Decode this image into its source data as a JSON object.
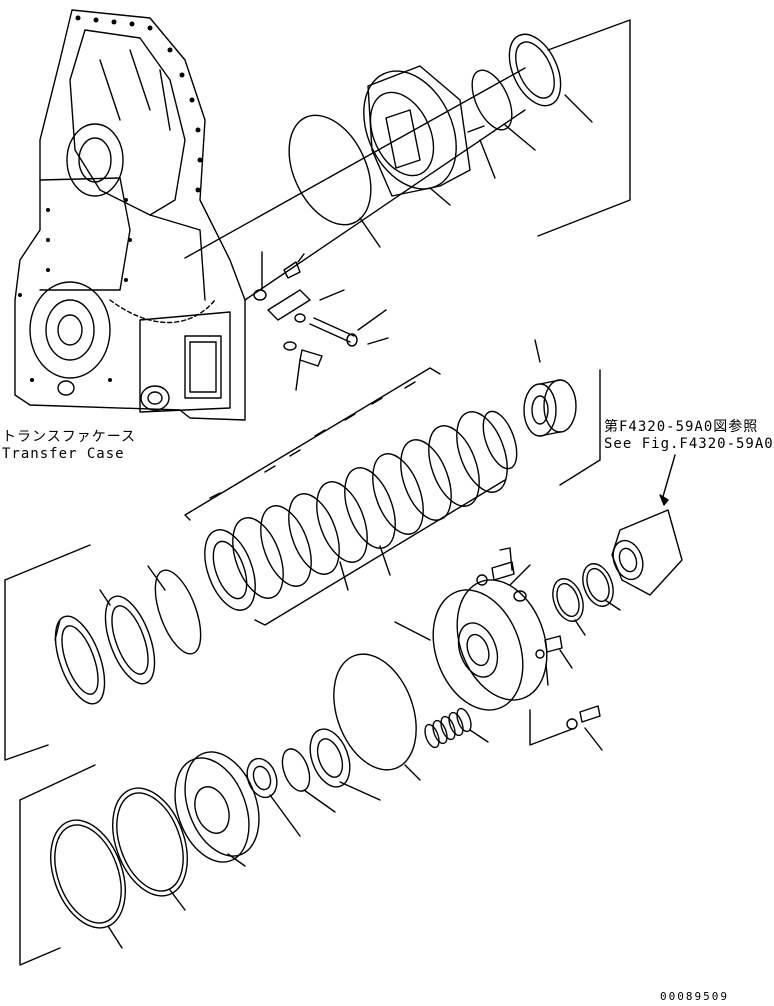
{
  "labels": {
    "transfer_case_jp": "トランスファケース",
    "transfer_case_en": "Transfer Case",
    "ref_jp": "第F4320-59A0図参照",
    "ref_en": "See Fig.F4320-59A0"
  },
  "drawing_code": "00089509"
}
